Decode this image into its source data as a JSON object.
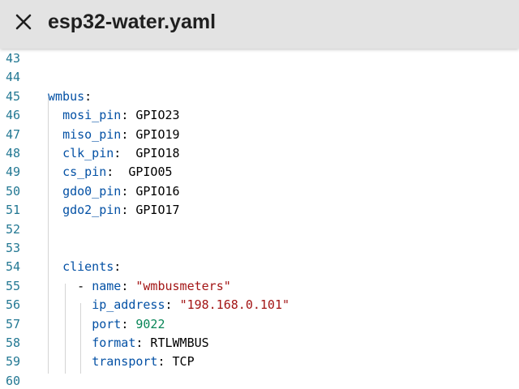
{
  "header": {
    "title": "esp32-water.yaml",
    "close_icon": "close-icon"
  },
  "editor": {
    "lines": [
      {
        "num": "43",
        "indent": "",
        "tokens": []
      },
      {
        "num": "44",
        "indent": "",
        "tokens": []
      },
      {
        "num": "45",
        "indent": "",
        "tokens": [
          {
            "t": "key",
            "v": "wmbus"
          },
          {
            "t": "plain",
            "v": ":"
          }
        ]
      },
      {
        "num": "46",
        "indent": "  ",
        "tokens": [
          {
            "t": "key",
            "v": "mosi_pin"
          },
          {
            "t": "plain",
            "v": ": GPIO23"
          }
        ]
      },
      {
        "num": "47",
        "indent": "  ",
        "tokens": [
          {
            "t": "key",
            "v": "miso_pin"
          },
          {
            "t": "plain",
            "v": ": GPIO19"
          }
        ]
      },
      {
        "num": "48",
        "indent": "  ",
        "tokens": [
          {
            "t": "key",
            "v": "clk_pin"
          },
          {
            "t": "plain",
            "v": ":  GPIO18"
          }
        ]
      },
      {
        "num": "49",
        "indent": "  ",
        "tokens": [
          {
            "t": "key",
            "v": "cs_pin"
          },
          {
            "t": "plain",
            "v": ":  GPIO05"
          }
        ]
      },
      {
        "num": "50",
        "indent": "  ",
        "tokens": [
          {
            "t": "key",
            "v": "gdo0_pin"
          },
          {
            "t": "plain",
            "v": ": GPIO16"
          }
        ]
      },
      {
        "num": "51",
        "indent": "  ",
        "tokens": [
          {
            "t": "key",
            "v": "gdo2_pin"
          },
          {
            "t": "plain",
            "v": ": GPIO17"
          }
        ]
      },
      {
        "num": "52",
        "indent": "",
        "tokens": []
      },
      {
        "num": "53",
        "indent": "",
        "tokens": []
      },
      {
        "num": "54",
        "indent": "  ",
        "tokens": [
          {
            "t": "key",
            "v": "clients"
          },
          {
            "t": "plain",
            "v": ":"
          }
        ]
      },
      {
        "num": "55",
        "indent": "    ",
        "tokens": [
          {
            "t": "plain",
            "v": "- "
          },
          {
            "t": "key",
            "v": "name"
          },
          {
            "t": "plain",
            "v": ": "
          },
          {
            "t": "str",
            "v": "\"wmbusmeters\""
          }
        ]
      },
      {
        "num": "56",
        "indent": "      ",
        "tokens": [
          {
            "t": "key",
            "v": "ip_address"
          },
          {
            "t": "plain",
            "v": ": "
          },
          {
            "t": "str",
            "v": "\"198.168.0.101\""
          }
        ]
      },
      {
        "num": "57",
        "indent": "      ",
        "tokens": [
          {
            "t": "key",
            "v": "port"
          },
          {
            "t": "plain",
            "v": ": "
          },
          {
            "t": "num",
            "v": "9022"
          }
        ]
      },
      {
        "num": "58",
        "indent": "      ",
        "tokens": [
          {
            "t": "key",
            "v": "format"
          },
          {
            "t": "plain",
            "v": ": RTLWMBUS"
          }
        ]
      },
      {
        "num": "59",
        "indent": "      ",
        "tokens": [
          {
            "t": "key",
            "v": "transport"
          },
          {
            "t": "plain",
            "v": ": TCP"
          }
        ]
      },
      {
        "num": "60",
        "indent": "",
        "tokens": []
      }
    ]
  }
}
